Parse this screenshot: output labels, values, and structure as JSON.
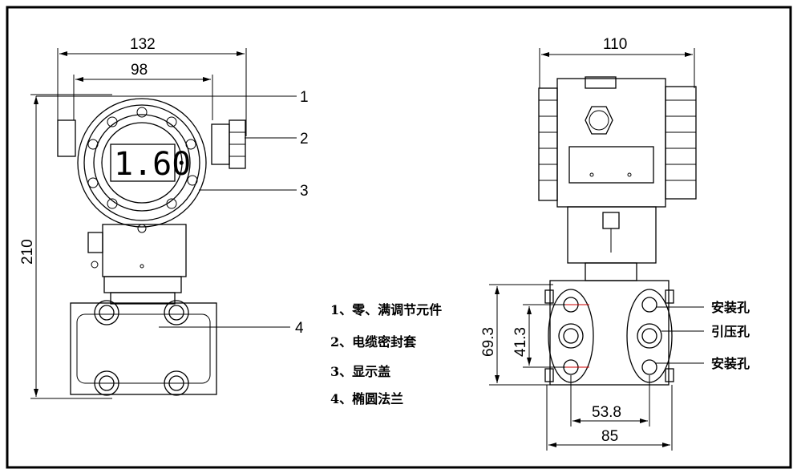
{
  "front_view": {
    "dim_width_outer": "132",
    "dim_width_inner": "98",
    "dim_height": "210",
    "display_value": "1.60",
    "callouts": [
      "1",
      "2",
      "3",
      "4"
    ]
  },
  "legend": [
    "1、零、满调节元件",
    "2、电缆密封套",
    "3、显示盖",
    "4、椭圆法兰"
  ],
  "side_view": {
    "dim_width": "110",
    "dim_flange_height": "69.3",
    "dim_hole_spacing_v": "41.3",
    "dim_hole_spacing_h": "53.8",
    "dim_flange_width": "85",
    "labels": [
      "安装孔",
      "引压孔",
      "安装孔"
    ]
  }
}
